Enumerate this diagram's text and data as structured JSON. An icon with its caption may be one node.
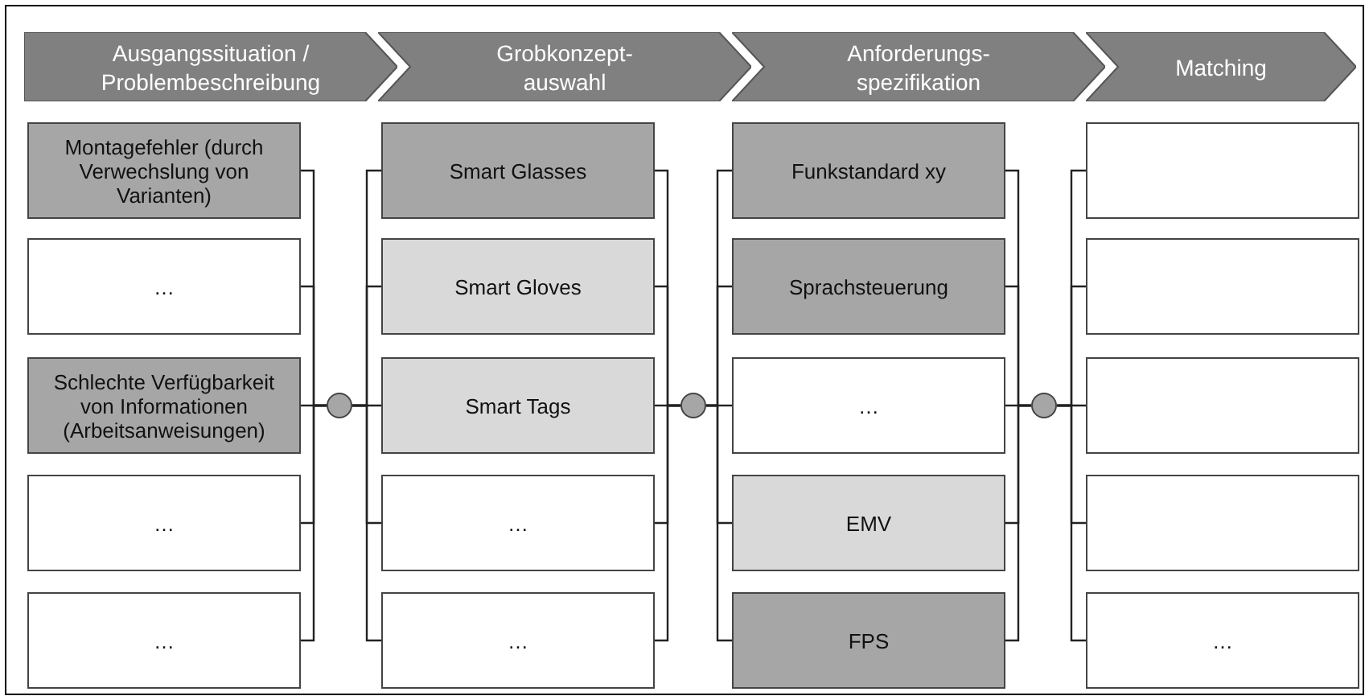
{
  "diagram": {
    "nodes": [
      {
        "text": [
          "Ausgangssituation / Problembeschreibung"
        ]
      },
      {
        "text": [
          "Grobkonzept-auswahl"
        ]
      },
      {
        "text": [
          "Anforderungs-spezifikation"
        ]
      },
      {
        "text": [
          "Matching"
        ]
      },
      {
        "text": [
          "Montagefehler (durch Verwechslung von Varianten)"
        ]
      },
      {
        "text": [
          "…"
        ]
      },
      {
        "text": [
          "Schlechte Verfügbarkeit von Informationen (Arbeitsanweisungen)"
        ]
      },
      {
        "text": [
          "…"
        ]
      },
      {
        "text": [
          "…"
        ]
      },
      {
        "text": [],
        "shape": "circle"
      },
      {
        "text": [
          "Smart Glasses"
        ]
      },
      {
        "text": [
          "Smart Gloves"
        ]
      },
      {
        "text": [
          "Smart Tags"
        ]
      },
      {
        "text": [
          "…"
        ]
      },
      {
        "text": [
          "…"
        ]
      },
      {
        "text": [],
        "shape": "circle"
      },
      {
        "text": [
          "Funkstandard xy"
        ]
      },
      {
        "text": [
          "Sprachsteuerung"
        ]
      },
      {
        "text": [
          "…"
        ]
      },
      {
        "text": [
          "EMV"
        ]
      },
      {
        "text": [
          "FPS"
        ]
      },
      {
        "text": [],
        "shape": "circle"
      },
      {
        "text": [],
        "shape": "box"
      },
      {
        "text": [],
        "shape": "box"
      },
      {
        "text": [],
        "shape": "box"
      },
      {
        "text": [],
        "shape": "box"
      },
      {
        "text": [
          "…"
        ]
      }
    ],
    "edges": [
      {
        "from": 4,
        "to": 9,
        "arrow": "none"
      },
      {
        "from": 5,
        "to": 9,
        "arrow": "none"
      },
      {
        "from": 6,
        "to": 9,
        "arrow": "none"
      },
      {
        "from": 7,
        "to": 9,
        "arrow": "none"
      },
      {
        "from": 8,
        "to": 9,
        "arrow": "none"
      },
      {
        "from": 9,
        "to": 10,
        "arrow": "none"
      },
      {
        "from": 9,
        "to": 11,
        "arrow": "none"
      },
      {
        "from": 9,
        "to": 12,
        "arrow": "none"
      },
      {
        "from": 9,
        "to": 13,
        "arrow": "none"
      },
      {
        "from": 9,
        "to": 14,
        "arrow": "none"
      },
      {
        "from": 10,
        "to": 15,
        "arrow": "none"
      },
      {
        "from": 11,
        "to": 15,
        "arrow": "none"
      },
      {
        "from": 12,
        "to": 15,
        "arrow": "none"
      },
      {
        "from": 13,
        "to": 15,
        "arrow": "none"
      },
      {
        "from": 14,
        "to": 15,
        "arrow": "none"
      },
      {
        "from": 15,
        "to": 16,
        "arrow": "none"
      },
      {
        "from": 15,
        "to": 17,
        "arrow": "none"
      },
      {
        "from": 15,
        "to": 18,
        "arrow": "none"
      },
      {
        "from": 15,
        "to": 19,
        "arrow": "none"
      },
      {
        "from": 15,
        "to": 20,
        "arrow": "none"
      },
      {
        "from": 16,
        "to": 21,
        "arrow": "none"
      },
      {
        "from": 17,
        "to": 21,
        "arrow": "none"
      },
      {
        "from": 18,
        "to": 21,
        "arrow": "none"
      },
      {
        "from": 19,
        "to": 21,
        "arrow": "none"
      },
      {
        "from": 20,
        "to": 21,
        "arrow": "none"
      },
      {
        "from": 21,
        "to": 22,
        "arrow": "none"
      },
      {
        "from": 21,
        "to": 23,
        "arrow": "none"
      },
      {
        "from": 21,
        "to": 24,
        "arrow": "none"
      },
      {
        "from": 21,
        "to": 25,
        "arrow": "none"
      },
      {
        "from": 21,
        "to": 26,
        "arrow": "none"
      }
    ]
  }
}
